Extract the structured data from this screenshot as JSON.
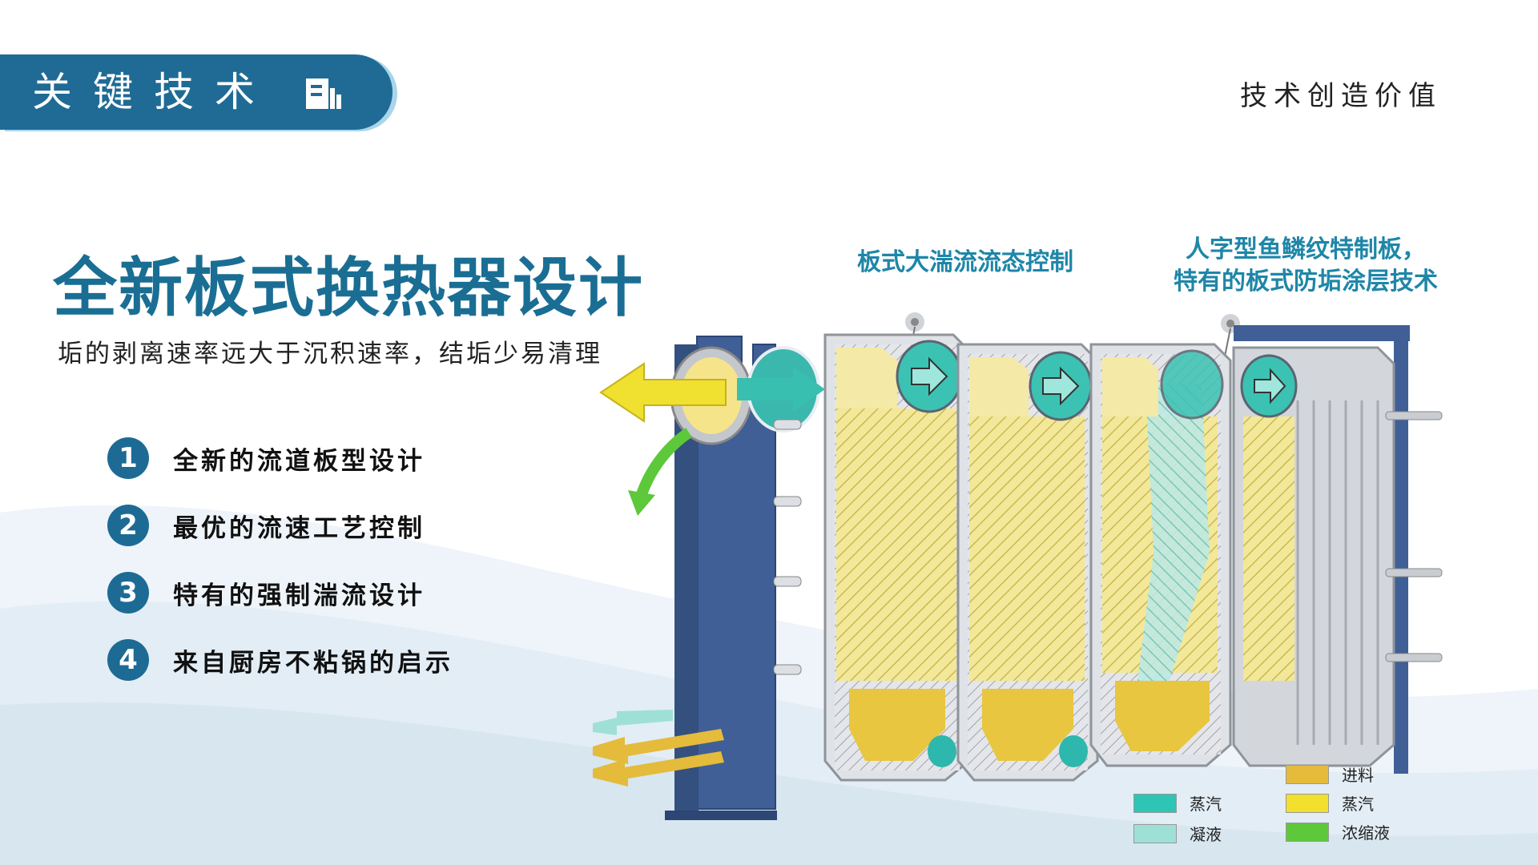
{
  "header": {
    "section_title": "关键技术",
    "logo_icon": "building-chart-icon",
    "slogan": "技术创造价值"
  },
  "main": {
    "title": "全新板式换热器设计",
    "subtitle": "垢的剥离速率远大于沉积速率，结垢少易清理"
  },
  "features": [
    {
      "number": "1",
      "label": "全新的流道板型设计"
    },
    {
      "number": "2",
      "label": "最优的流速工艺控制"
    },
    {
      "number": "3",
      "label": "特有的强制湍流设计"
    },
    {
      "number": "4",
      "label": "来自厨房不粘锅的启示"
    }
  ],
  "callouts": {
    "left": "板式大湍流流态控制",
    "right_line1": "人字型鱼鳞纹特制板，",
    "right_line2": "特有的板式防垢涂层技术"
  },
  "legend": [
    {
      "label": "蒸汽",
      "color": "#2ec5b5"
    },
    {
      "label": "凝液",
      "color": "#9fe0d6"
    },
    {
      "label": "进料",
      "color": "#e4bb3a"
    },
    {
      "label": "蒸汽",
      "color": "#f2df2e"
    },
    {
      "label": "浓缩液",
      "color": "#5cc83a"
    }
  ],
  "colors": {
    "brand_blue": "#1f6b95",
    "accent_teal": "#1e86a8",
    "frame_blue": "#3f5f96"
  }
}
